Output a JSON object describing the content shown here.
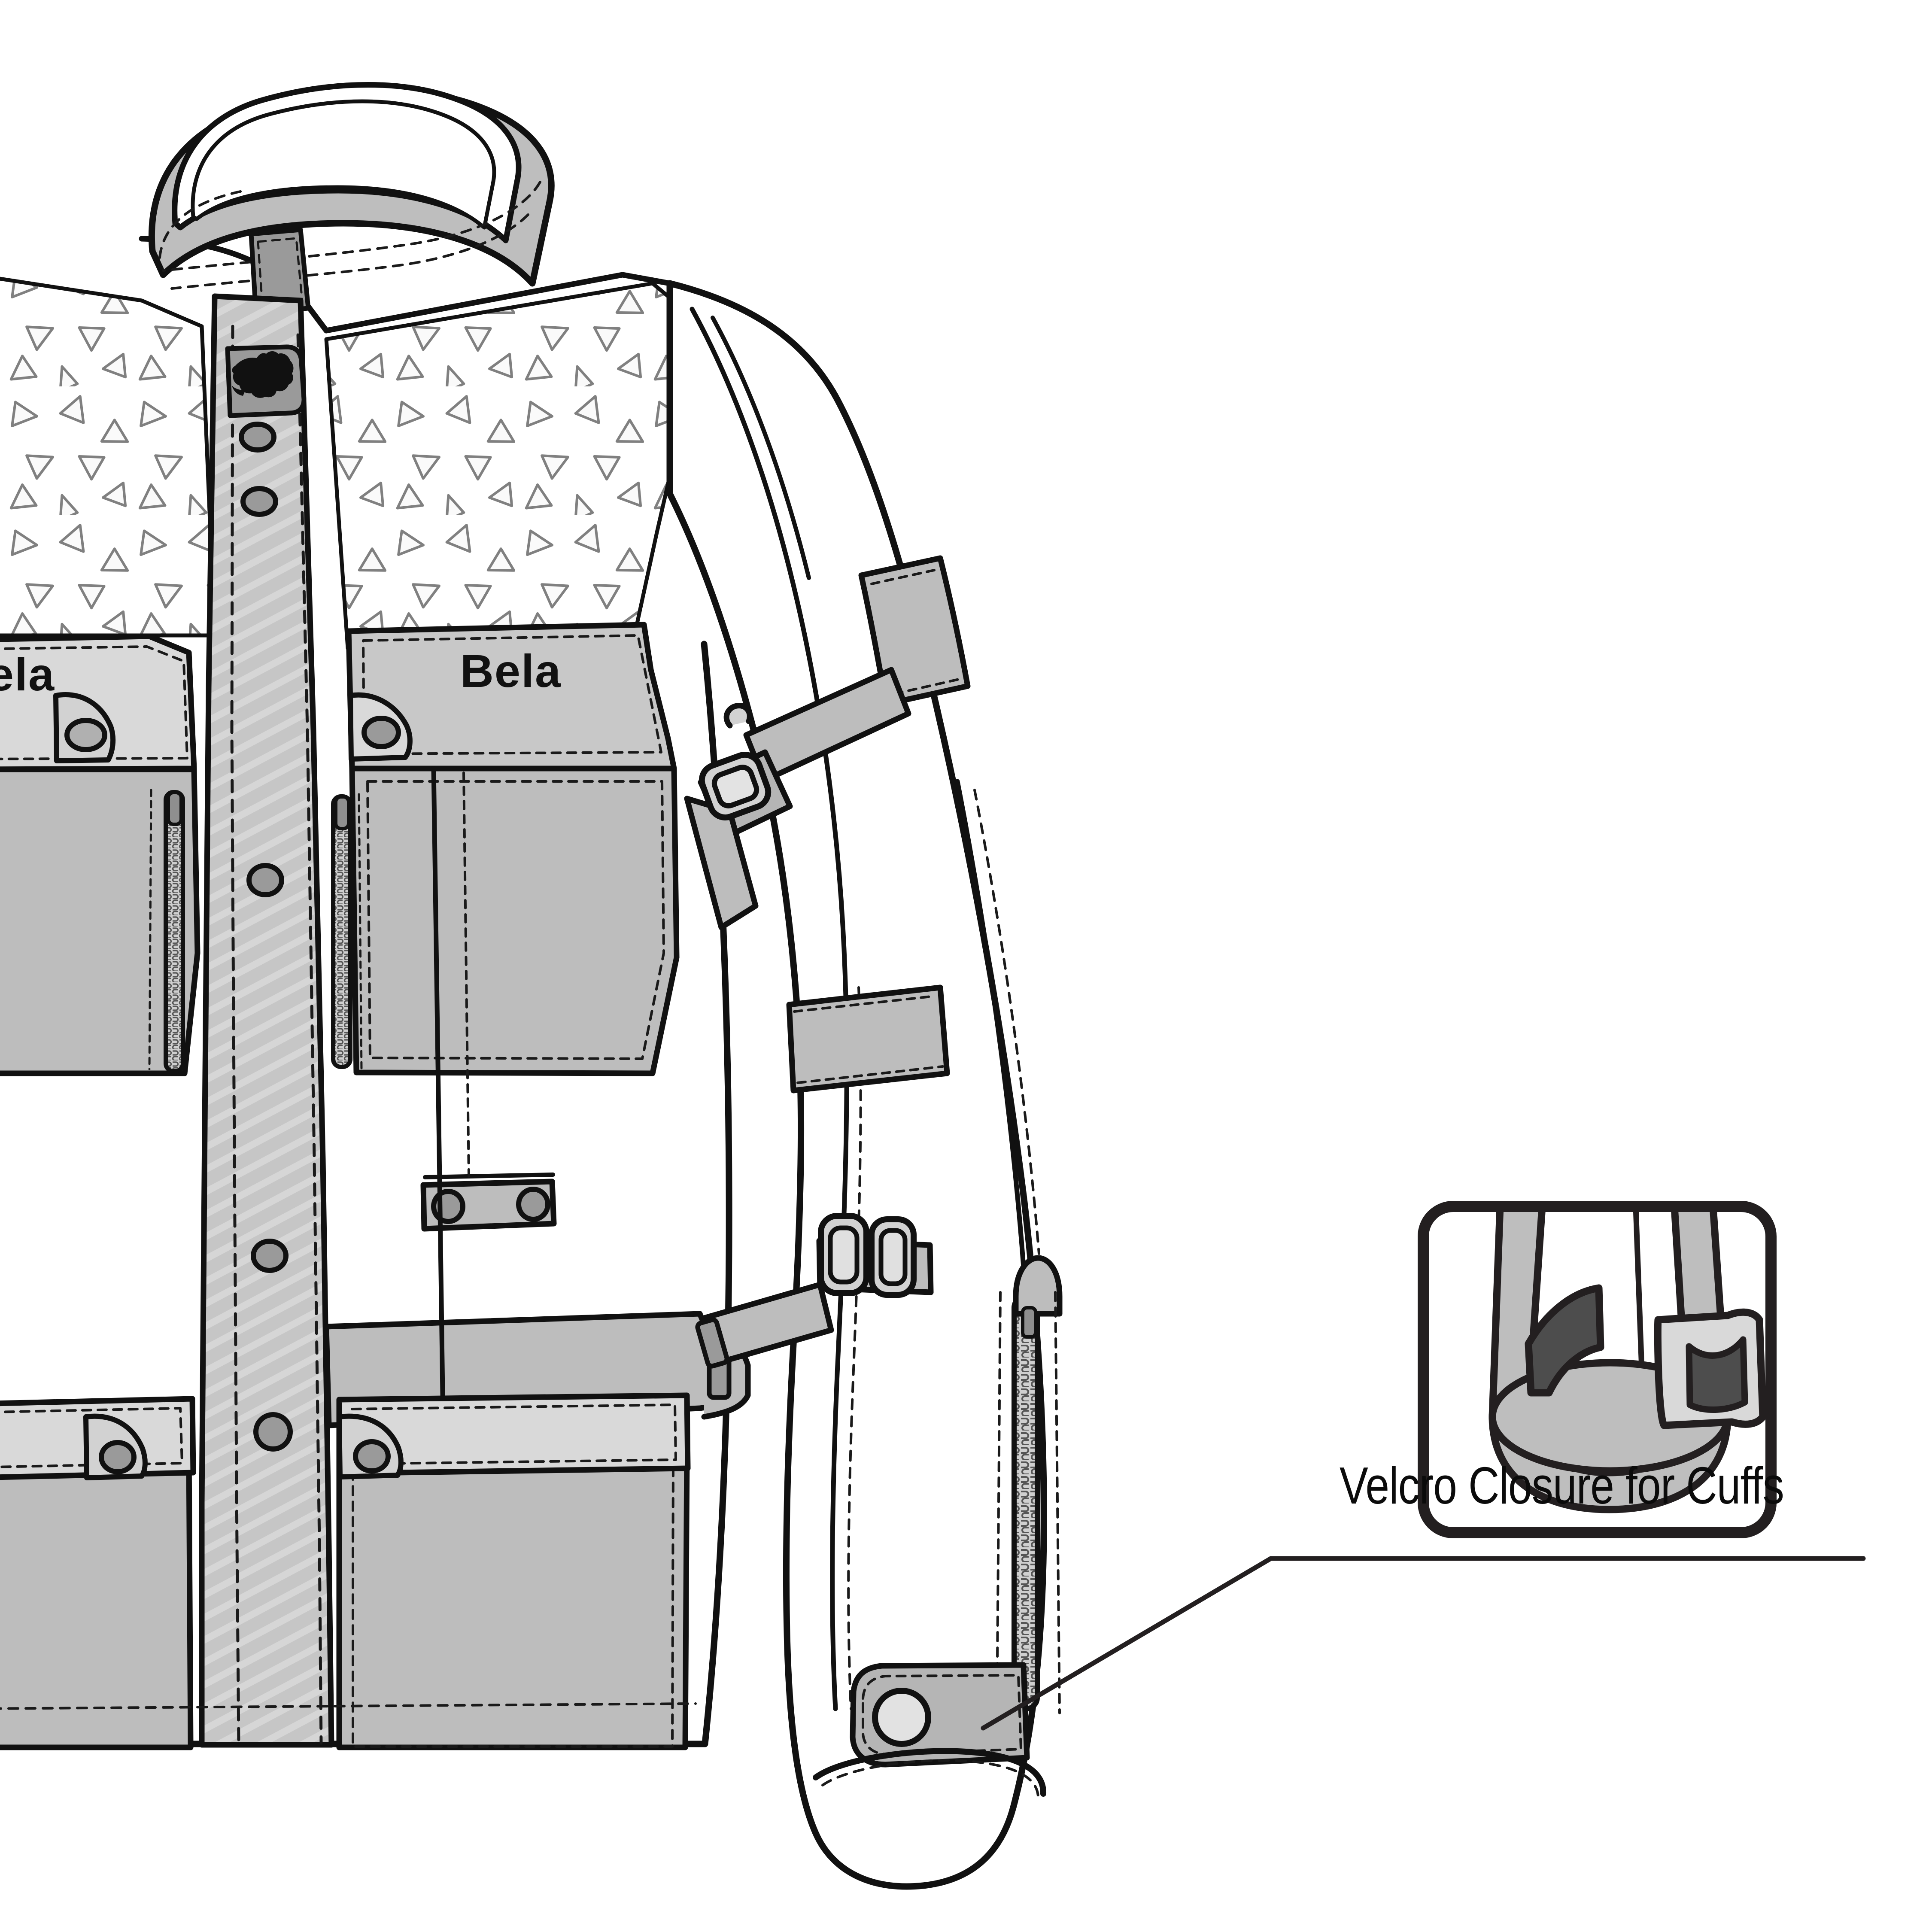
{
  "document": {
    "type": "technical-flat-illustration",
    "subject": "Motorcycle textile touring jacket - front three-quarter flat",
    "background_color": "#ffffff"
  },
  "brand": {
    "wordmark": "Bela",
    "wordmark_color": "#111111",
    "emblem_name": "roaring-bear-head-emblem"
  },
  "callout": {
    "label": "Velcro Closure for Cuffs",
    "label_color": "#0b0b0b",
    "box_border_color": "#231f20",
    "box_fill": "#ffffff",
    "leader_line_color": "#231f20",
    "detail_name": "cuff-velcro-detail",
    "detail_parts": [
      "sleeve-cuff-tube",
      "velcro-loop-patch-dark",
      "velcro-hook-flap-light",
      "velcro-hook-patch-dark"
    ]
  },
  "palette": {
    "outline": "#111111",
    "white_panel": "#ffffff",
    "light_gray": "#d9d9d9",
    "mid_gray": "#bebebe",
    "gray": "#b0b0b0",
    "dark_gray": "#8f8f8f",
    "charcoal": "#4d4d4d",
    "stitch": "#1a1a1a"
  },
  "jacket": {
    "name": "bela-touring-jacket-front",
    "components": [
      {
        "name": "stand-collar",
        "fill": "#bebebe"
      },
      {
        "name": "collar-velcro-tab",
        "fill": "#9a9a9a"
      },
      {
        "name": "collar-inner-lining",
        "fill": "#ffffff"
      },
      {
        "name": "mesh-ventilation-panel-left",
        "fill": "#ffffff",
        "pattern": "scattered-triangles"
      },
      {
        "name": "mesh-ventilation-panel-right",
        "fill": "#ffffff",
        "pattern": "scattered-triangles"
      },
      {
        "name": "front-placket-snap-strip",
        "fill": "#c6c6c6",
        "pattern": "diagonal-hatch"
      },
      {
        "name": "chest-pocket-left",
        "fill": "#c8c8c8"
      },
      {
        "name": "chest-pocket-right",
        "fill": "#c8c8c8"
      },
      {
        "name": "chest-vent-zipper-left",
        "fill": "#c9c9c9"
      },
      {
        "name": "chest-vent-zipper-right",
        "fill": "#c9c9c9"
      },
      {
        "name": "waist-adjust-tab",
        "fill": "#bdbdbd"
      },
      {
        "name": "waist-belt-strap",
        "fill": "#bdbdbd"
      },
      {
        "name": "belt-keeper-loop",
        "fill": "#9a9a9a"
      },
      {
        "name": "lower-cargo-pocket-left",
        "fill": "#bdbdbd"
      },
      {
        "name": "lower-cargo-pocket-right",
        "fill": "#bdbdbd"
      },
      {
        "name": "shoulder-panel",
        "fill": "#ffffff"
      },
      {
        "name": "bicep-adjustment-strap",
        "fill": "#bdbdbd"
      },
      {
        "name": "bicep-strap-buckle",
        "fill": "#d2d2d2"
      },
      {
        "name": "forearm-adjustment-strap",
        "fill": "#bdbdbd"
      },
      {
        "name": "forearm-strap-buckle",
        "fill": "#d2d2d2"
      },
      {
        "name": "sleeve-vent-zipper",
        "fill": "#c9c9c9"
      },
      {
        "name": "sleeve-zipper-pull",
        "fill": "#bdbdbd"
      },
      {
        "name": "cuff-velcro-tab",
        "fill": "#b5b5b5"
      },
      {
        "name": "cuff-snap-button",
        "fill": "#e2e2e2"
      },
      {
        "name": "shoulder-reflective-strip",
        "fill": "#bdbdbd"
      },
      {
        "name": "elbow-reflective-strip",
        "fill": "#bdbdbd"
      }
    ],
    "snap_buttons": {
      "name": "snap-button",
      "count": 6,
      "fill": "#9a9a9a"
    }
  }
}
